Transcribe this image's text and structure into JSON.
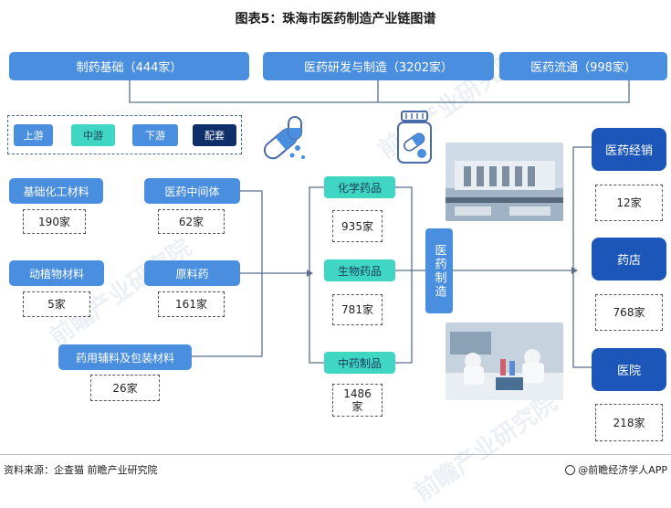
{
  "title": "图表5：珠海市医药制造产业链图谱",
  "headers": {
    "upstream": "制药基础（444家）",
    "midstream": "医药研发与制造（3202家）",
    "downstream": "医药流通（998家）"
  },
  "legend": {
    "up": "上游",
    "mid": "中游",
    "down": "下游",
    "support": "配套"
  },
  "materials": {
    "basic_chem": {
      "label": "基础化工材料",
      "count": "190家"
    },
    "intermediate": {
      "label": "医药中间体",
      "count": "62家"
    },
    "plant_animal": {
      "label": "动植物材料",
      "count": "5家"
    },
    "api": {
      "label": "原料药",
      "count": "161家"
    },
    "excipient": {
      "label": "药用辅料及包装材料",
      "count": "26家"
    }
  },
  "drugs": {
    "chemical": {
      "label": "化学药品",
      "count": "935家"
    },
    "biological": {
      "label": "生物药品",
      "count": "781家"
    },
    "tcm": {
      "label": "中药制品",
      "count": "1486家"
    }
  },
  "manufacturing": "医药制造",
  "distribution": {
    "sales": {
      "label": "医药经销",
      "count": "12家"
    },
    "pharmacy": {
      "label": "药店",
      "count": "768家"
    },
    "hospital": {
      "label": "医院",
      "count": "218家"
    }
  },
  "colors": {
    "upstream": "#4a8ee0",
    "midstream": "#3fd6c4",
    "downstream": "#1c56b8",
    "support": "#0f2f6a"
  },
  "footer": {
    "source": "资料来源：企查猫 前瞻产业研究院",
    "brand": "@前瞻经济学人APP"
  },
  "watermark": "前瞻产业研究院"
}
